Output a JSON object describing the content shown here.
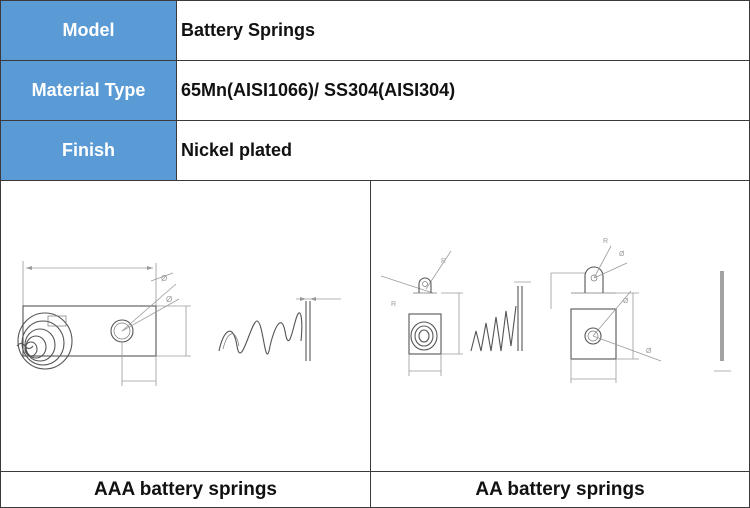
{
  "specs": {
    "model_label": "Model",
    "model_value": "Battery Springs",
    "material_label": "Material Type",
    "material_value": "65Mn(AISI1066)/ SS304(AISI304)",
    "finish_label": "Finish",
    "finish_value": "Nickel plated"
  },
  "drawings": {
    "aaa_caption": "AAA battery springs",
    "aa_caption": "AA battery springs"
  },
  "colors": {
    "header_blue": "#5b9bd5",
    "border": "#3a3a3a"
  }
}
